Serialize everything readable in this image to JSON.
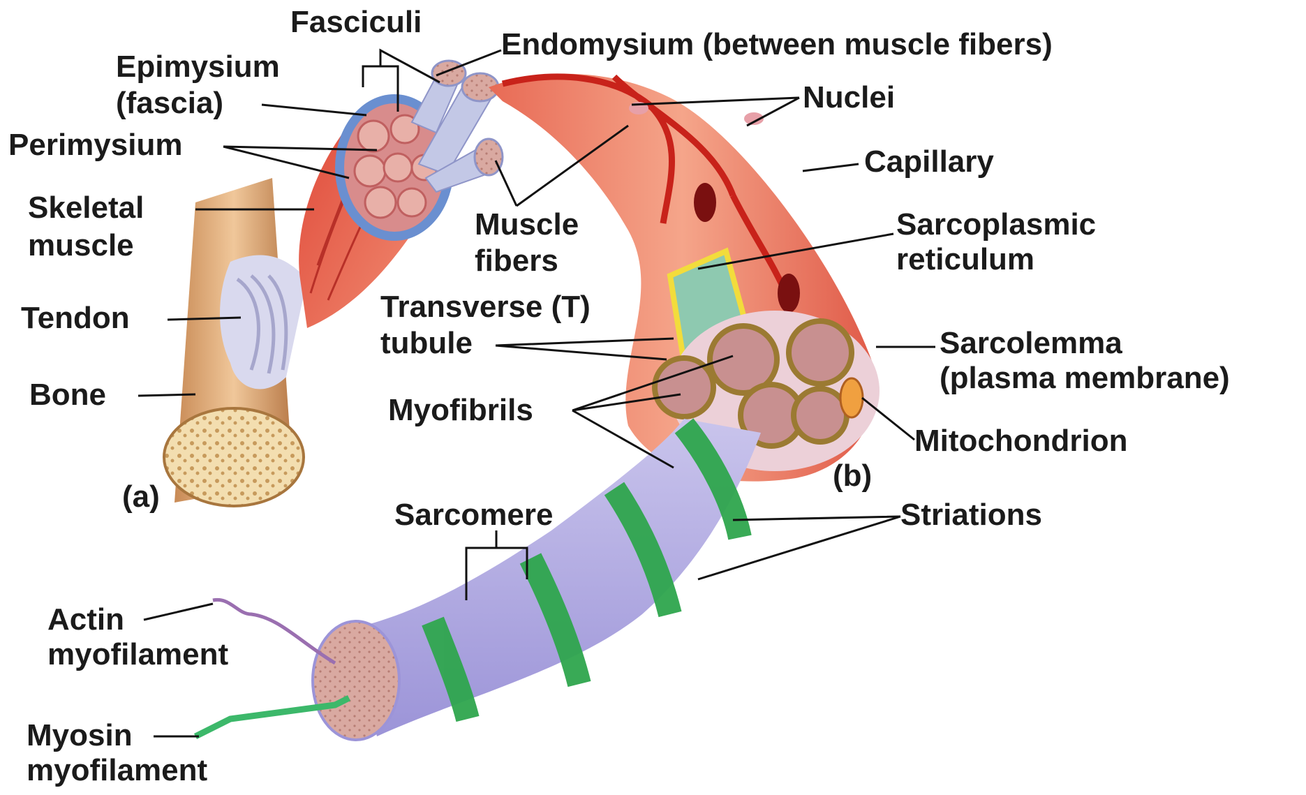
{
  "labels": {
    "fasciculi": "Fasciculi",
    "endomysium": "Endomysium (between muscle fibers)",
    "epimysium_1": "Epimysium",
    "epimysium_2": "(fascia)",
    "nuclei": "Nuclei",
    "perimysium": "Perimysium",
    "capillary": "Capillary",
    "skeletal_1": "Skeletal",
    "skeletal_2": "muscle",
    "muscle_fibers_1": "Muscle",
    "muscle_fibers_2": "fibers",
    "sarcoplasmic_1": "Sarcoplasmic",
    "sarcoplasmic_2": "reticulum",
    "transverse_1": "Transverse (T)",
    "transverse_2": "tubule",
    "tendon": "Tendon",
    "sarcolemma_1": "Sarcolemma",
    "sarcolemma_2": "(plasma membrane)",
    "bone": "Bone",
    "myofibrils": "Myofibrils",
    "mitochondrion": "Mitochondrion",
    "panel_a": "(a)",
    "panel_b": "(b)",
    "sarcomere": "Sarcomere",
    "striations": "Striations",
    "actin_1": "Actin",
    "actin_2": "myofilament",
    "myosin_1": "Myosin",
    "myosin_2": "myofilament"
  }
}
